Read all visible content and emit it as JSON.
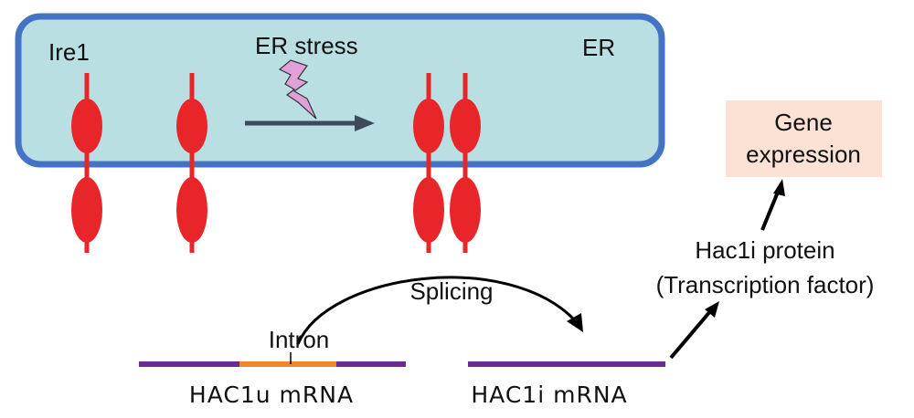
{
  "er_label": "ER",
  "ire1_label": "Ire1",
  "stress_label": "ER stress",
  "gene_expression": {
    "line1": "Gene",
    "line2": "expression"
  },
  "protein": {
    "line1": "Hac1i protein",
    "line2": "(Transcription factor)"
  },
  "splicing_label": "Splicing",
  "intron_label": "Intron",
  "mrna_unspliced": "HAC1u mRNA",
  "mrna_spliced": "HAC1i mRNA",
  "colors": {
    "er_fill": "#b9dfe3",
    "er_border": "#4472c4",
    "ire1": "#e8262a",
    "mrna": "#6a2c91",
    "intron": "#f0892b",
    "gene_box": "#fbe2d4",
    "process_arrow": "#3d4a5a",
    "lightning": "#e0a0d8"
  }
}
